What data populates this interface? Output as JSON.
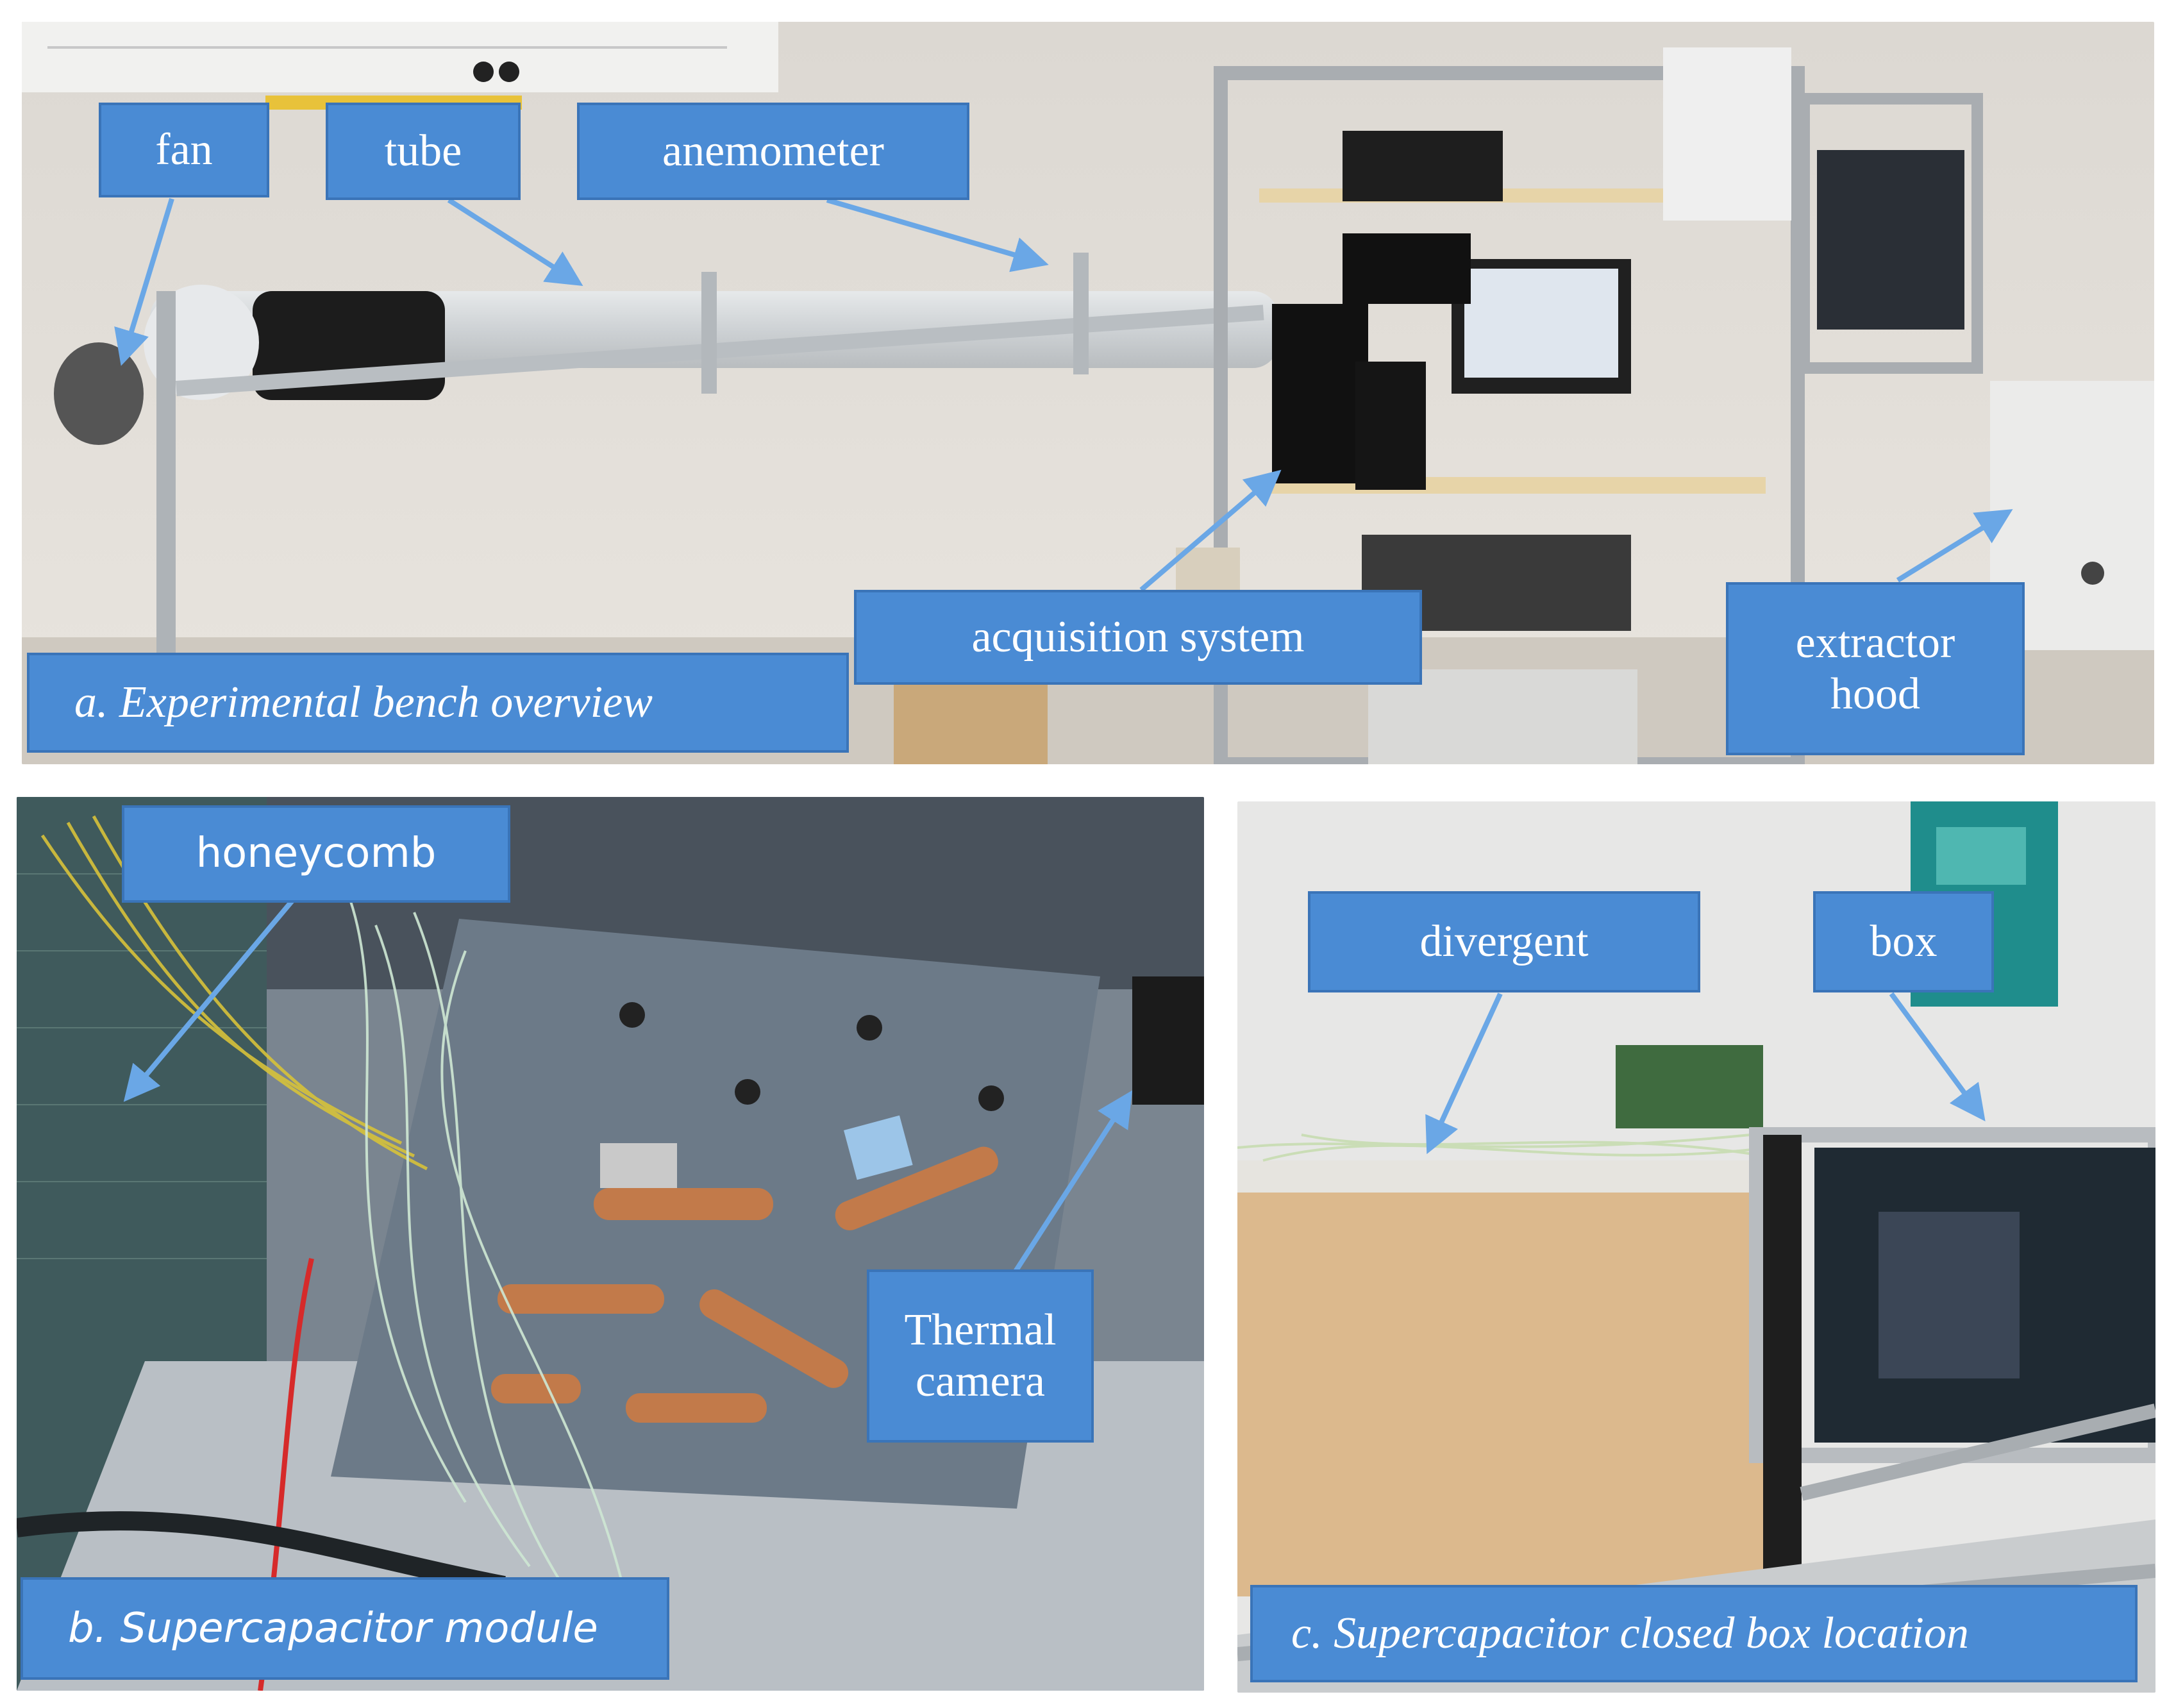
{
  "panel_a": {
    "caption": "a. Experimental  bench overview",
    "labels": {
      "fan": "fan",
      "tube": "tube",
      "anemometer": "anemometer",
      "acquisition": "acquisition system",
      "extractor": "extractor\nhood"
    }
  },
  "panel_b": {
    "caption": "b. Supercapacitor module",
    "labels": {
      "honeycomb": "honeycomb",
      "thermal_camera": "Thermal\ncamera"
    }
  },
  "panel_c": {
    "caption": "c. Supercapacitor closed box location",
    "labels": {
      "divergent": "divergent",
      "box": "box"
    }
  },
  "colors": {
    "label_fill": "#4a8bd4",
    "label_border": "#3a74b8",
    "arrow": "#6aa7e6"
  }
}
